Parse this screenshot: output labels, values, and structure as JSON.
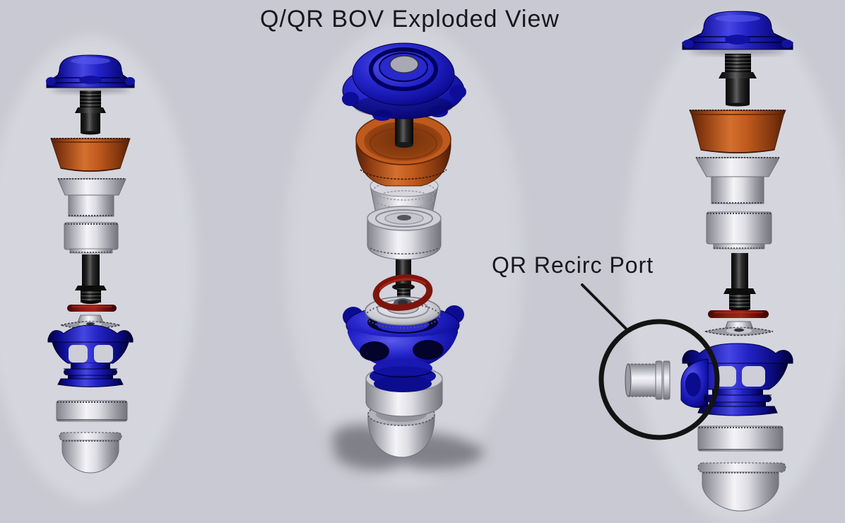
{
  "title": "Q/QR BOV Exploded View",
  "annotation": {
    "label": "QR Recirc Port",
    "target": "recirc-port-fitting"
  },
  "colors": {
    "background": "#c8c9d2",
    "anodized_blue": "#2222c4",
    "blue_dark": "#02024a",
    "diaphragm_orange": "#c05a1d",
    "machined_silver": "#d8d8de",
    "o_ring_red": "#8c1c12",
    "hardware_black": "#1a1a1a",
    "text": "#16171f",
    "callout_stroke": "#131313"
  },
  "assemblies": {
    "left": {
      "view": "side",
      "parts": [
        "cap",
        "piston-stem",
        "diaphragm",
        "spring-seat",
        "piston-guide",
        "stem-bolt",
        "o-ring",
        "valve-washer",
        "valve-body",
        "spacer-ring",
        "valve-piston"
      ]
    },
    "center": {
      "view": "isometric",
      "parts": [
        "cap",
        "piston-stem",
        "diaphragm",
        "spring-seat",
        "piston-guide",
        "stem-bolt",
        "o-ring",
        "valve-washer",
        "valve-body",
        "spacer-ring",
        "valve-piston",
        "ground-shadow"
      ]
    },
    "right": {
      "view": "side",
      "parts": [
        "cap",
        "piston-stem",
        "diaphragm",
        "spring-seat",
        "piston-guide",
        "stem-bolt",
        "o-ring",
        "valve-washer",
        "valve-body",
        "recirc-port-fitting",
        "spacer-ring",
        "valve-piston"
      ]
    }
  }
}
